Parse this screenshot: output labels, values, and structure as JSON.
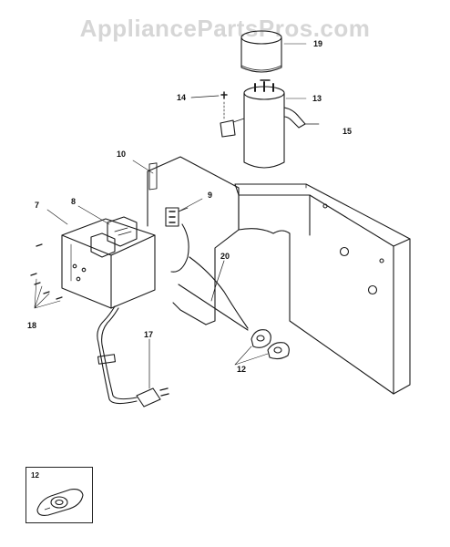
{
  "watermark": "AppliancePartsPros.com",
  "callouts": {
    "c19": "19",
    "c14": "14",
    "c13": "13",
    "c15": "15",
    "c10": "10",
    "c9": "9",
    "c7": "7",
    "c8": "8",
    "c20": "20",
    "c18": "18",
    "c17": "17",
    "c12": "12"
  },
  "inset": {
    "label": "12"
  }
}
